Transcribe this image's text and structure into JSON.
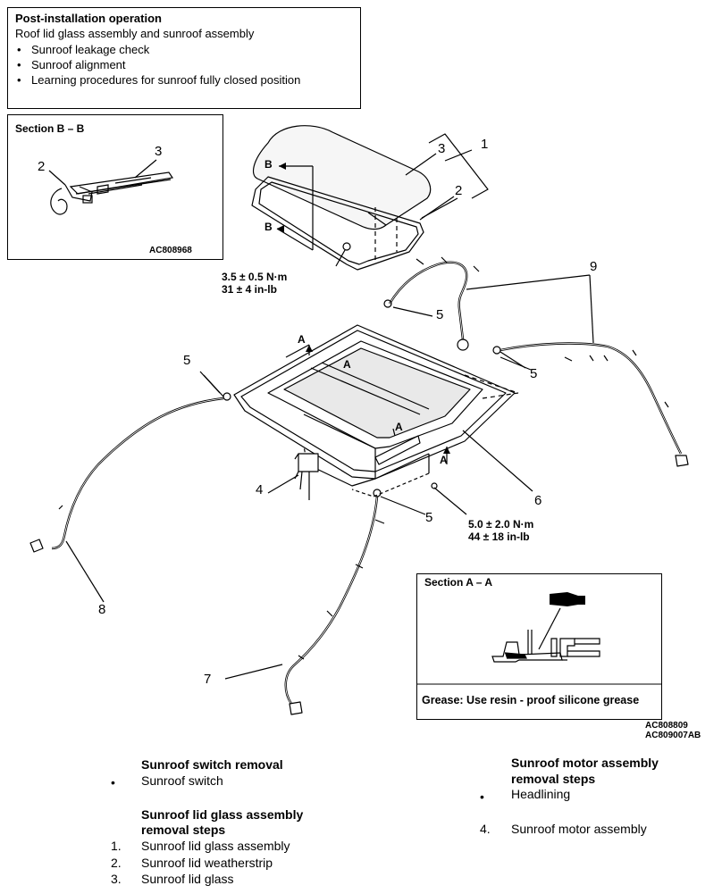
{
  "note": {
    "title": "Post-installation operation",
    "subtitle": "Roof lid glass assembly and sunroof assembly",
    "items": [
      "Sunroof leakage check",
      "Sunroof alignment",
      "Learning procedures for sunroof fully closed position"
    ]
  },
  "section_b": {
    "title": "Section B – B",
    "label_2": "2",
    "label_3": "3",
    "code": "AC808968"
  },
  "section_a": {
    "title": "Section A – A",
    "grease_note": "Grease: Use resin - proof silicone grease"
  },
  "section_markers": {
    "b": "B",
    "a": "A"
  },
  "callouts": {
    "c1": "1",
    "c2": "2",
    "c3": "3",
    "c4": "4",
    "c5": "5",
    "c6": "6",
    "c7": "7",
    "c8": "8",
    "c9": "9"
  },
  "torques": {
    "lid_nm": "3.5 ± 0.5 N·m",
    "lid_inlb": "31 ± 4 in-lb",
    "frame_nm": "5.0 ± 2.0 N·m",
    "frame_inlb": "44 ± 18 in-lb"
  },
  "figure_codes": {
    "code1": "AC808809",
    "code2": "AC809007AB"
  },
  "legend": {
    "switch": {
      "heading": "Sunroof switch removal",
      "bullet": "•",
      "item": "Sunroof switch"
    },
    "lid": {
      "heading_line1": "Sunroof lid glass assembly",
      "heading_line2": "removal steps",
      "steps": [
        {
          "num": "1.",
          "text": "Sunroof lid glass assembly"
        },
        {
          "num": "2.",
          "text": "Sunroof lid weatherstrip"
        },
        {
          "num": "3.",
          "text": "Sunroof lid glass"
        }
      ]
    },
    "motor": {
      "heading_line1": "Sunroof motor assembly",
      "heading_line2": "removal steps",
      "bullet": "•",
      "item": "Headlining",
      "step_num": "4.",
      "step_text": "Sunroof motor assembly"
    }
  }
}
